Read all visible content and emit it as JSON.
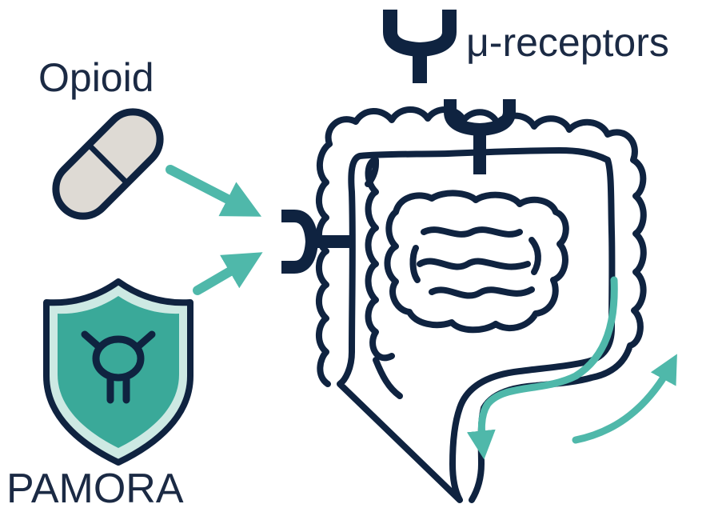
{
  "labels": {
    "opioid": "Opioid",
    "pamora": "PAMORA",
    "receptors": "μ-receptors"
  },
  "colors": {
    "outline": "#0f2340",
    "teal": "#4fb8aa",
    "shield_fill": "#3aa999",
    "shield_border": "#cde9e3",
    "pill_fill": "#dedad4"
  },
  "icons": [
    "pill-icon",
    "shield-icon",
    "receptor-icon",
    "intestine-icon",
    "arrow-icon"
  ]
}
